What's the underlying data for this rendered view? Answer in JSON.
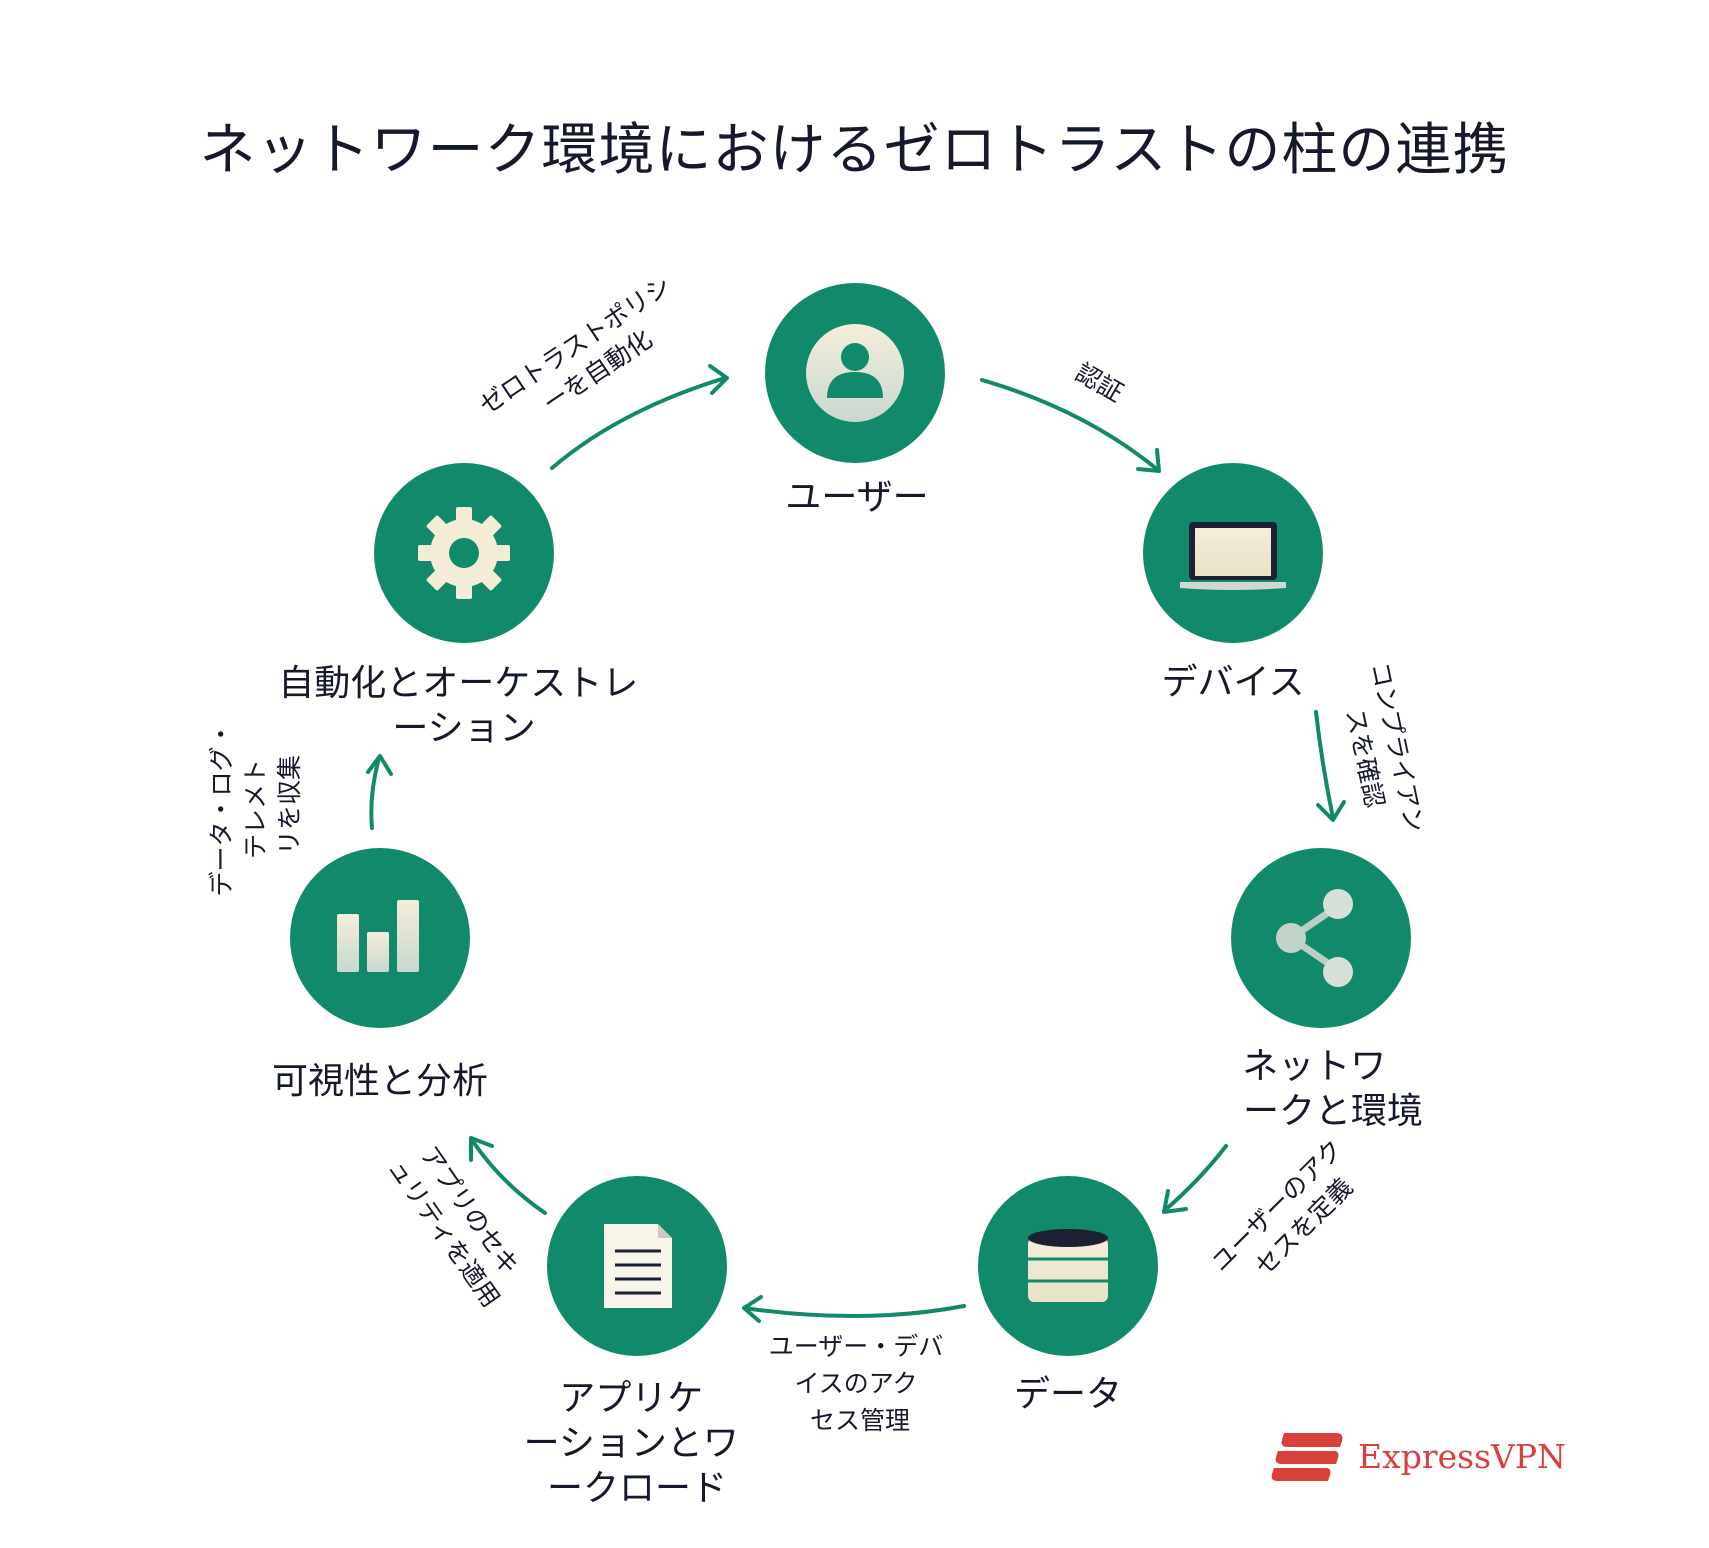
{
  "title": "ネットワーク環境におけるゼロトラストの柱の連携",
  "colors": {
    "node_fill": "#12896a",
    "arrow": "#12896a",
    "icon_light": "#f3ecd6",
    "brand": "#d93f3b"
  },
  "nodes": [
    {
      "id": "user",
      "icon": "user-icon",
      "lines": [
        "ユーザー"
      ]
    },
    {
      "id": "device",
      "icon": "laptop-icon",
      "lines": [
        "デバイス"
      ]
    },
    {
      "id": "network",
      "icon": "share-network-icon",
      "lines": [
        "ネットワ",
        "ークと環境"
      ]
    },
    {
      "id": "data",
      "icon": "database-icon",
      "lines": [
        "データ"
      ]
    },
    {
      "id": "apps",
      "icon": "document-icon",
      "lines": [
        "アプリケ",
        "ーションとワ",
        "ークロード"
      ]
    },
    {
      "id": "visibility",
      "icon": "bar-chart-icon",
      "lines": [
        "可視性と分析"
      ]
    },
    {
      "id": "automation",
      "icon": "gear-icon",
      "lines": [
        "自動化とオーケストレ",
        "ーション"
      ]
    }
  ],
  "edges": [
    {
      "from": "user",
      "to": "device",
      "lines": [
        "認証"
      ]
    },
    {
      "from": "device",
      "to": "network",
      "lines": [
        "コンプライアン",
        "スを確認"
      ]
    },
    {
      "from": "network",
      "to": "data",
      "lines": [
        "ユーザーのアク",
        "セスを定義"
      ]
    },
    {
      "from": "data",
      "to": "apps",
      "lines": [
        "ユーザー・デバ",
        "イスのアク",
        "セス管理"
      ]
    },
    {
      "from": "apps",
      "to": "visibility",
      "lines": [
        "アプリのセキ",
        "ュリティを適用"
      ]
    },
    {
      "from": "visibility",
      "to": "automation",
      "lines": [
        "データ・ログ・",
        "テレメト",
        "リを収集"
      ]
    },
    {
      "from": "automation",
      "to": "user",
      "lines": [
        "ゼロトラストポリシ",
        "ーを自動化"
      ]
    }
  ],
  "brand": {
    "name": "ExpressVPN",
    "logo_icon": "expressvpn-logo-icon"
  }
}
